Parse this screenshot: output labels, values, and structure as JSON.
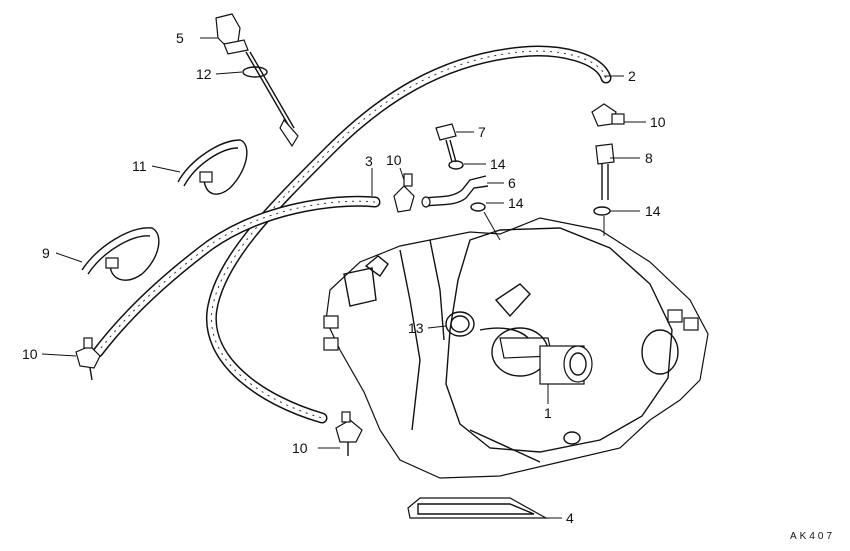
{
  "diagram": {
    "labels": {
      "l1": "1",
      "l2": "2",
      "l3": "3",
      "l4": "4",
      "l5": "5",
      "l6": "6",
      "l7": "7",
      "l8": "8",
      "l9": "9",
      "l10a": "10",
      "l10b": "10",
      "l10c": "10",
      "l10d": "10",
      "l11": "11",
      "l12": "12",
      "l13": "13",
      "l14a": "14",
      "l14b": "14",
      "l14c": "14"
    },
    "code": "AK407",
    "ink_color": "#111111"
  }
}
